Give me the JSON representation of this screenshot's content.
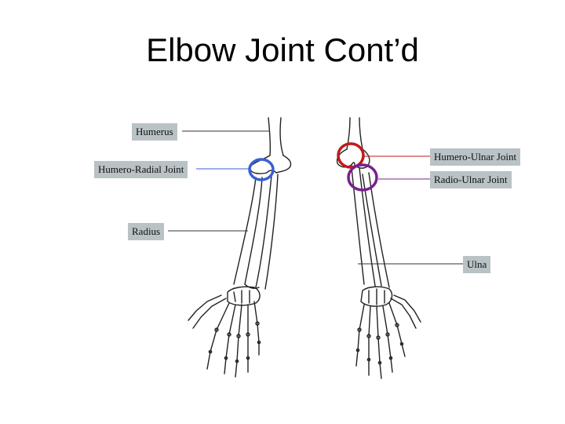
{
  "slide": {
    "title": "Elbow Joint Cont’d"
  },
  "labels": {
    "humerus": "Humerus",
    "humero_radial": "Humero-Radial Joint",
    "radius": "Radius",
    "humero_ulnar": "Humero-Ulnar Joint",
    "radio_ulnar": "Radio-Ulnar Joint",
    "ulna": "Ulna"
  },
  "colors": {
    "label_bg": "#b9c2c5",
    "humero_radial_circle": "#3a5fd0",
    "humero_ulnar_circle": "#c01a1a",
    "radio_ulnar_circle": "#7a1f8f"
  }
}
